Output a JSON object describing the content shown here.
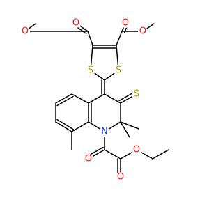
{
  "molecule": {
    "colors": {
      "O": "#ff0d0d",
      "S": "#b8a600",
      "N": "#1c3ad4",
      "C": "#000000"
    },
    "atoms": [
      {
        "id": "o_me1",
        "element": "O",
        "label": "O"
      },
      {
        "id": "o_c1",
        "element": "O",
        "label": "O"
      },
      {
        "id": "o_c2",
        "element": "O",
        "label": "O"
      },
      {
        "id": "o_me2",
        "element": "O",
        "label": "O"
      },
      {
        "id": "s1",
        "element": "S",
        "label": "S"
      },
      {
        "id": "s2",
        "element": "S",
        "label": "S"
      },
      {
        "id": "s_thio",
        "element": "S",
        "label": "S"
      },
      {
        "id": "n1",
        "element": "N",
        "label": "N"
      },
      {
        "id": "o_ox1",
        "element": "O",
        "label": "O"
      },
      {
        "id": "o_ox2",
        "element": "O",
        "label": "O"
      },
      {
        "id": "o_et",
        "element": "O",
        "label": "O"
      }
    ]
  }
}
